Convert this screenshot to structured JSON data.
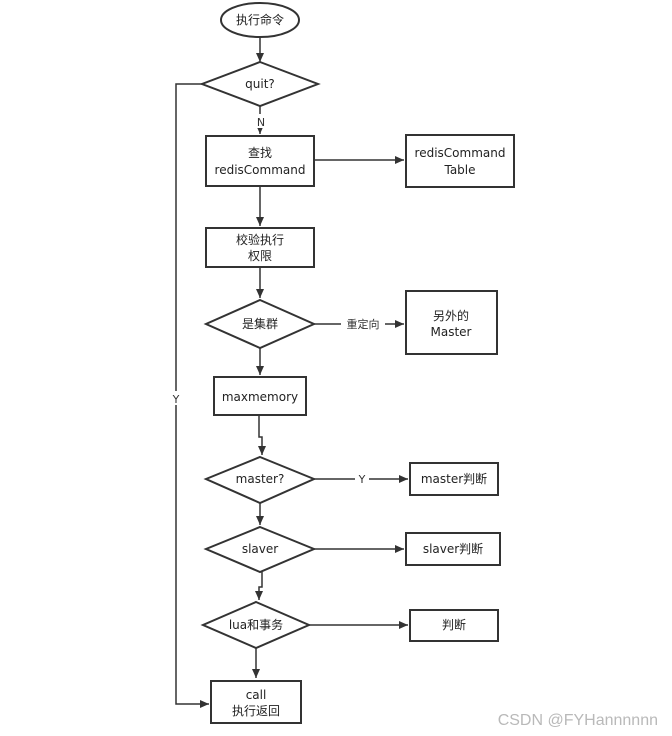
{
  "nodes": {
    "start": "执行命令",
    "quit": "quit?",
    "find_line1": "查找",
    "find_line2": "redisCommand",
    "table_line1": "redisCommand",
    "table_line2": "Table",
    "check_line1": "校验执行",
    "check_line2": "权限",
    "cluster": "是集群",
    "other_master_line1": "另外的",
    "other_master_line2": "Master",
    "maxmemory": "maxmemory",
    "master": "master?",
    "master_judge": "master判断",
    "slaver": "slaver",
    "slaver_judge": "slaver判断",
    "lua": "lua和事务",
    "judge": "判断",
    "call_line1": "call",
    "call_line2": "执行返回"
  },
  "edges": {
    "quit_no": "N",
    "quit_yes": "Y",
    "cluster_redirect": "重定向",
    "master_yes": "Y"
  },
  "watermark": "CSDN @FYHannnnnn"
}
